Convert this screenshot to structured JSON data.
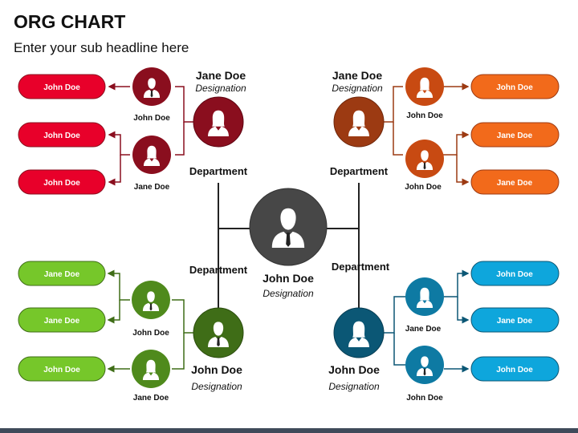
{
  "title": "ORG CHART",
  "subtitle": "Enter your sub headline here",
  "colors": {
    "red": "#e8002a",
    "darkred": "#8a0e1e",
    "orange": "#f26a1b",
    "darkorange": "#9c3a12",
    "green": "#76c72a",
    "darkgreen": "#3f6d17",
    "blue": "#0ea6dc",
    "darkblue": "#0b5775",
    "center": "#474747"
  },
  "center": {
    "name": "John Doe",
    "designation": "Designation"
  },
  "top_left": {
    "manager": {
      "name": "Jane Doe",
      "designation": "Designation",
      "department": "Department"
    },
    "subs": [
      {
        "name": "John Doe"
      },
      {
        "name": "Jane Doe"
      }
    ],
    "pills": [
      "John Doe",
      "John Doe",
      "John Doe"
    ]
  },
  "top_right": {
    "manager": {
      "name": "Jane Doe",
      "designation": "Designation",
      "department": "Department"
    },
    "subs": [
      {
        "name": "John Doe"
      },
      {
        "name": "John Doe"
      }
    ],
    "pills": [
      "John Doe",
      "Jane Doe",
      "Jane Doe"
    ]
  },
  "bottom_left": {
    "manager": {
      "name": "John Doe",
      "designation": "Designation",
      "department": "Department"
    },
    "subs": [
      {
        "name": "John Doe"
      },
      {
        "name": "Jane Doe"
      }
    ],
    "pills": [
      "Jane Doe",
      "Jane Doe",
      "John Doe"
    ]
  },
  "bottom_right": {
    "manager": {
      "name": "John Doe",
      "designation": "Designation",
      "department": "Department"
    },
    "subs": [
      {
        "name": "Jane Doe"
      },
      {
        "name": "John Doe"
      }
    ],
    "pills": [
      "John Doe",
      "Jane Doe",
      "John Doe"
    ]
  }
}
